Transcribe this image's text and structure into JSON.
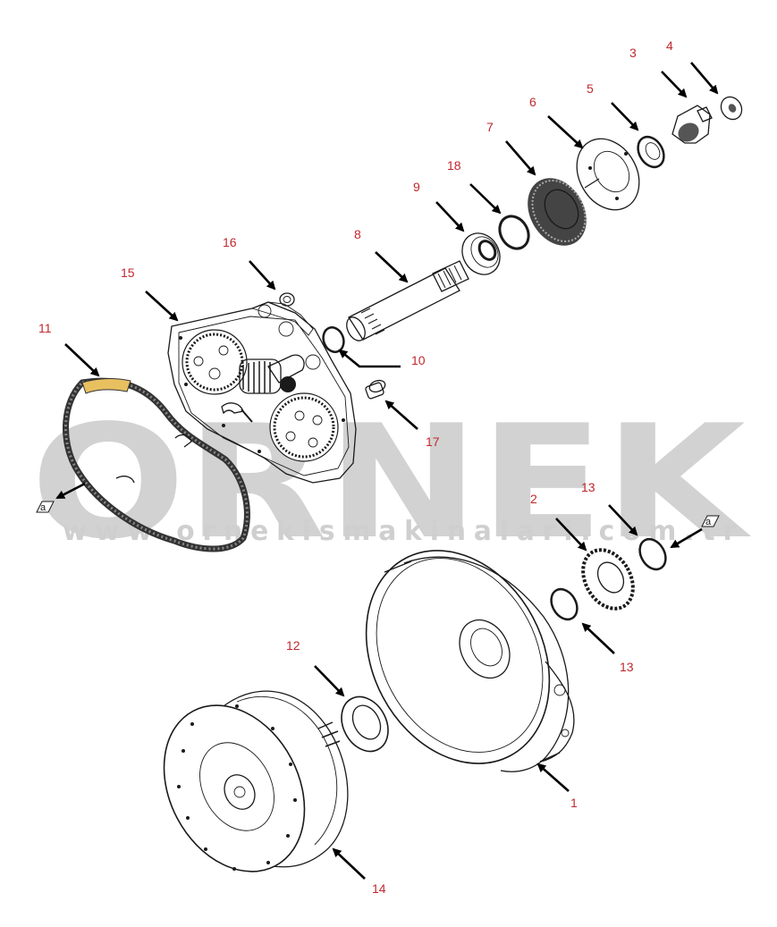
{
  "watermark": {
    "brand": "ORNEK",
    "url": "www.ornekismakinalari.com.tr"
  },
  "callouts": {
    "p1": "1",
    "p2": "2",
    "p3": "3",
    "p4": "4",
    "p5": "5",
    "p6": "6",
    "p7": "7",
    "p8": "8",
    "p9": "9",
    "p10": "10",
    "p11": "11",
    "p12": "12",
    "p13a": "13",
    "p13b": "13",
    "p14": "14",
    "p15": "15",
    "p16": "16",
    "p17": "17",
    "p18": "18"
  },
  "markers": {
    "left": "a",
    "right": "a"
  }
}
